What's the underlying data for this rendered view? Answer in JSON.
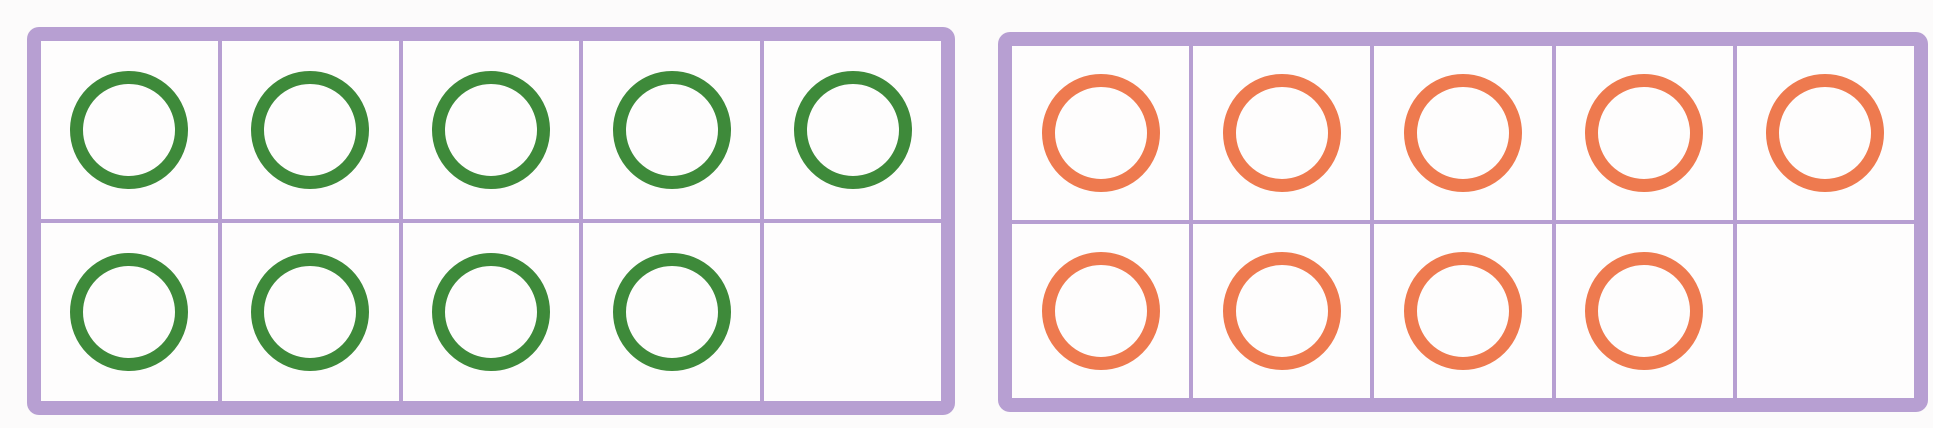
{
  "ten_frames": [
    {
      "id": "frame-left",
      "color_name": "green",
      "counter_color": "#3e8a3a",
      "cells": 10,
      "filled": 9
    },
    {
      "id": "frame-right",
      "color_name": "orange",
      "counter_color": "#ee7a4f",
      "cells": 10,
      "filled": 9
    }
  ],
  "frame_color": "#b79fd2"
}
